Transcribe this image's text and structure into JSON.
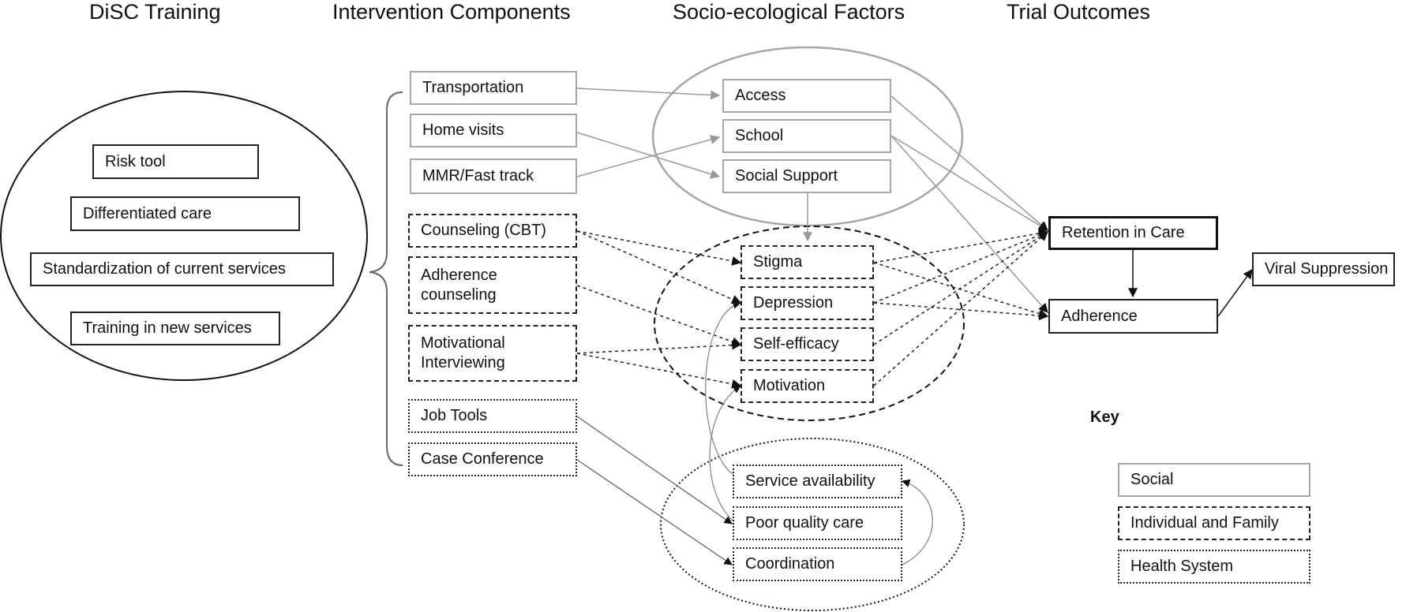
{
  "headers": {
    "disc_training": "DiSC Training",
    "intervention_components": "Intervention Components",
    "socio_ecological_factors": "Socio-ecological Factors",
    "trial_outcomes": "Trial Outcomes"
  },
  "disc_training": {
    "risk_tool": "Risk tool",
    "differentiated_care": "Differentiated care",
    "standardization": "Standardization of current services",
    "training_new": "Training in new services"
  },
  "interventions": {
    "transportation": "Transportation",
    "home_visits": "Home visits",
    "mmr_fast_track": "MMR/Fast track",
    "counseling_cbt": "Counseling (CBT)",
    "adherence_counseling": "Adherence counseling",
    "motivational_interviewing": "Motivational Interviewing",
    "job_tools": "Job Tools",
    "case_conference": "Case Conference"
  },
  "factors": {
    "access": "Access",
    "school": "School",
    "social_support": "Social Support",
    "stigma": "Stigma",
    "depression": "Depression",
    "self_efficacy": "Self-efficacy",
    "motivation": "Motivation",
    "service_availability": "Service availability",
    "poor_quality_care": "Poor quality care",
    "coordination": "Coordination"
  },
  "outcomes": {
    "retention_in_care": "Retention in Care",
    "adherence": "Adherence",
    "viral_suppression": "Viral Suppression"
  },
  "key": {
    "title": "Key",
    "social": "Social",
    "individual_family": "Individual and Family",
    "health_system": "Health System"
  },
  "colors": {
    "social_border": "#a6a6a6",
    "dark": "#222222"
  }
}
